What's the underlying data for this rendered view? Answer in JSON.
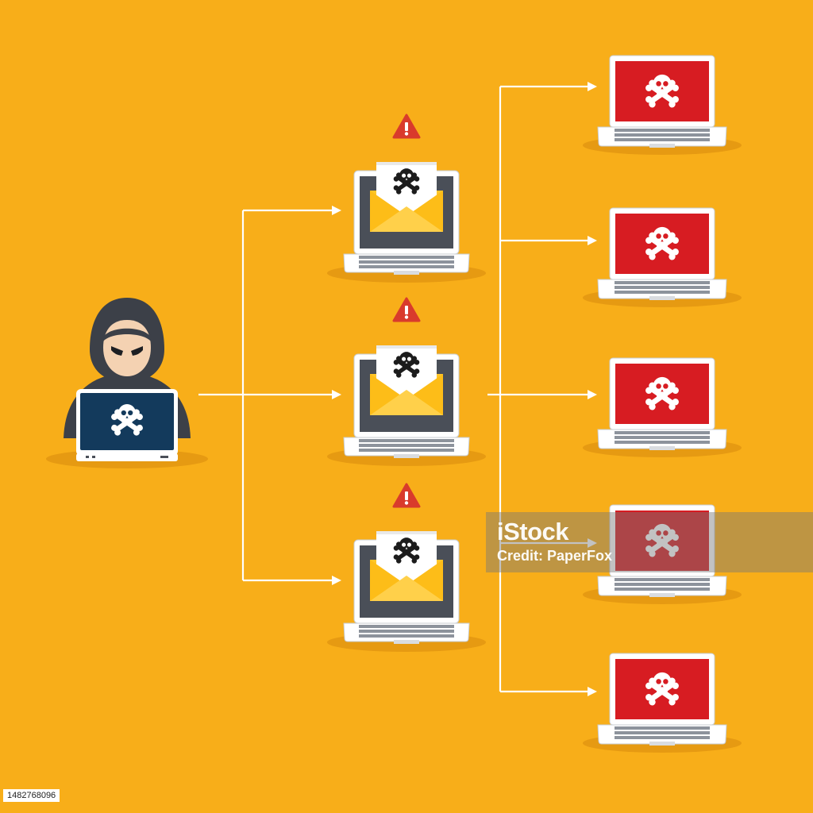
{
  "colors": {
    "background": "#F8AE19",
    "shadow": "#E69A12",
    "connector": "#FFFFFF",
    "laptop_frame": "#FFFFFF",
    "laptop_bezel": "#4A4F58",
    "hacker_screen": "#133A5C",
    "infected_screen": "#D71C22",
    "envelope": "#FFC629",
    "warning": "#D93B2C",
    "hood": "#3C4048",
    "face": "#F4D2B2"
  },
  "icons": {
    "hacker": "hooded-hacker-icon",
    "skull": "skull-crossbones-icon",
    "warning": "warning-triangle-icon",
    "envelope": "email-envelope-icon",
    "laptop": "laptop-icon"
  },
  "watermark": {
    "brand": "iStock",
    "credit": "Credit: PaperFox"
  },
  "stock_id": "1482768096"
}
